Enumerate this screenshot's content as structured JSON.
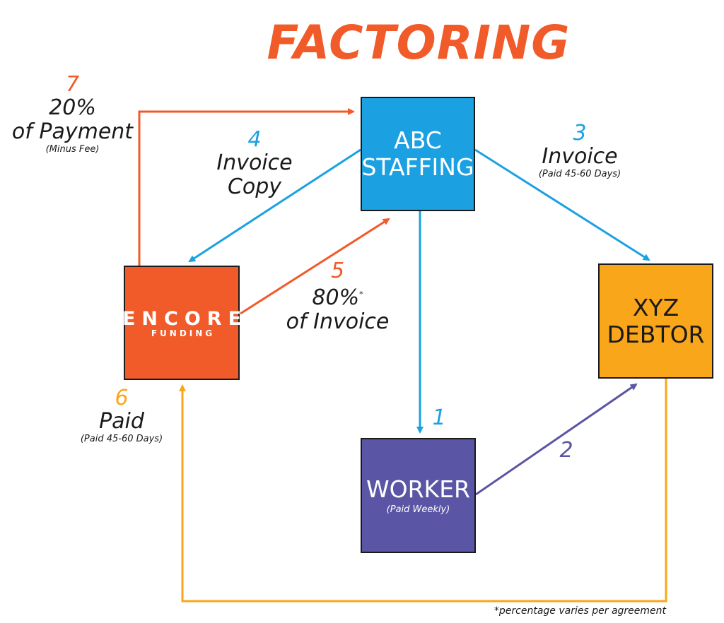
{
  "title": "FACTORING",
  "boxes": {
    "abc": "ABC STAFFING",
    "encore_brand": "ENCORE",
    "encore_sub": "FUNDING",
    "xyz": "XYZ DEBTOR",
    "worker": "WORKER",
    "worker_note": "(Paid Weekly)"
  },
  "steps": [
    {
      "num": "1"
    },
    {
      "num": "2"
    },
    {
      "num": "3",
      "label": "Invoice",
      "note": "(Paid 45-60 Days)"
    },
    {
      "num": "4",
      "label": "Invoice Copy"
    },
    {
      "num": "5",
      "label": "80%",
      "sup": "*",
      "label2": "of Invoice"
    },
    {
      "num": "6",
      "label": "Paid",
      "note": "(Paid 45-60 Days)"
    },
    {
      "num": "7",
      "label": "20%",
      "label2": "of Payment",
      "note": "(Minus Fee)"
    }
  ],
  "footnote": "*percentage varies per agreement",
  "colors": {
    "orange": "#f15a29",
    "blue": "#1ba1e2",
    "gold": "#faa61a",
    "purple": "#5b55a5"
  }
}
